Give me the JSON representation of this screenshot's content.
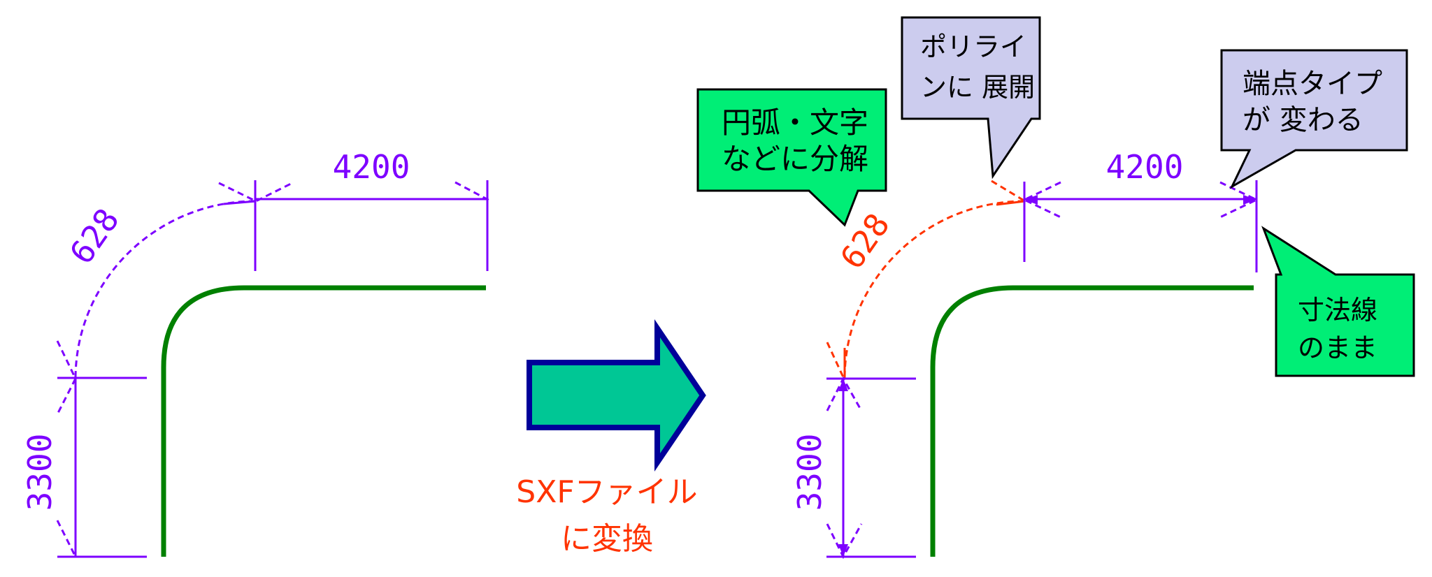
{
  "colors": {
    "background": "#FFFFFF",
    "purple": "#7D00FF",
    "red": "#FF3300",
    "polyline-green": "#008000",
    "arrow-fill": "#00C795",
    "arrow-border": "#000099",
    "bubble-green": "#00EE76",
    "bubble-lavender": "#CCCCEE",
    "bubble-border": "#000000",
    "bubble-text": "#000000"
  },
  "left_drawing": {
    "width_dim": "4200",
    "arc_dim": "628",
    "height_dim": "3300"
  },
  "right_drawing": {
    "width_dim": "4200",
    "arc_dim": "628",
    "height_dim": "3300"
  },
  "conversion": {
    "label_line1": "SXFファイル",
    "label_line2": "に変換"
  },
  "callouts": {
    "decompose": {
      "line1": "円弧・文字",
      "line2": "などに分解"
    },
    "polyline": {
      "line1": "ポリライ",
      "line2": "ンに 展開"
    },
    "endpoint": {
      "line1": "端点タイプ",
      "line2": "が 変わる"
    },
    "dimension": {
      "line1": "寸法線",
      "line2": "のまま"
    }
  }
}
